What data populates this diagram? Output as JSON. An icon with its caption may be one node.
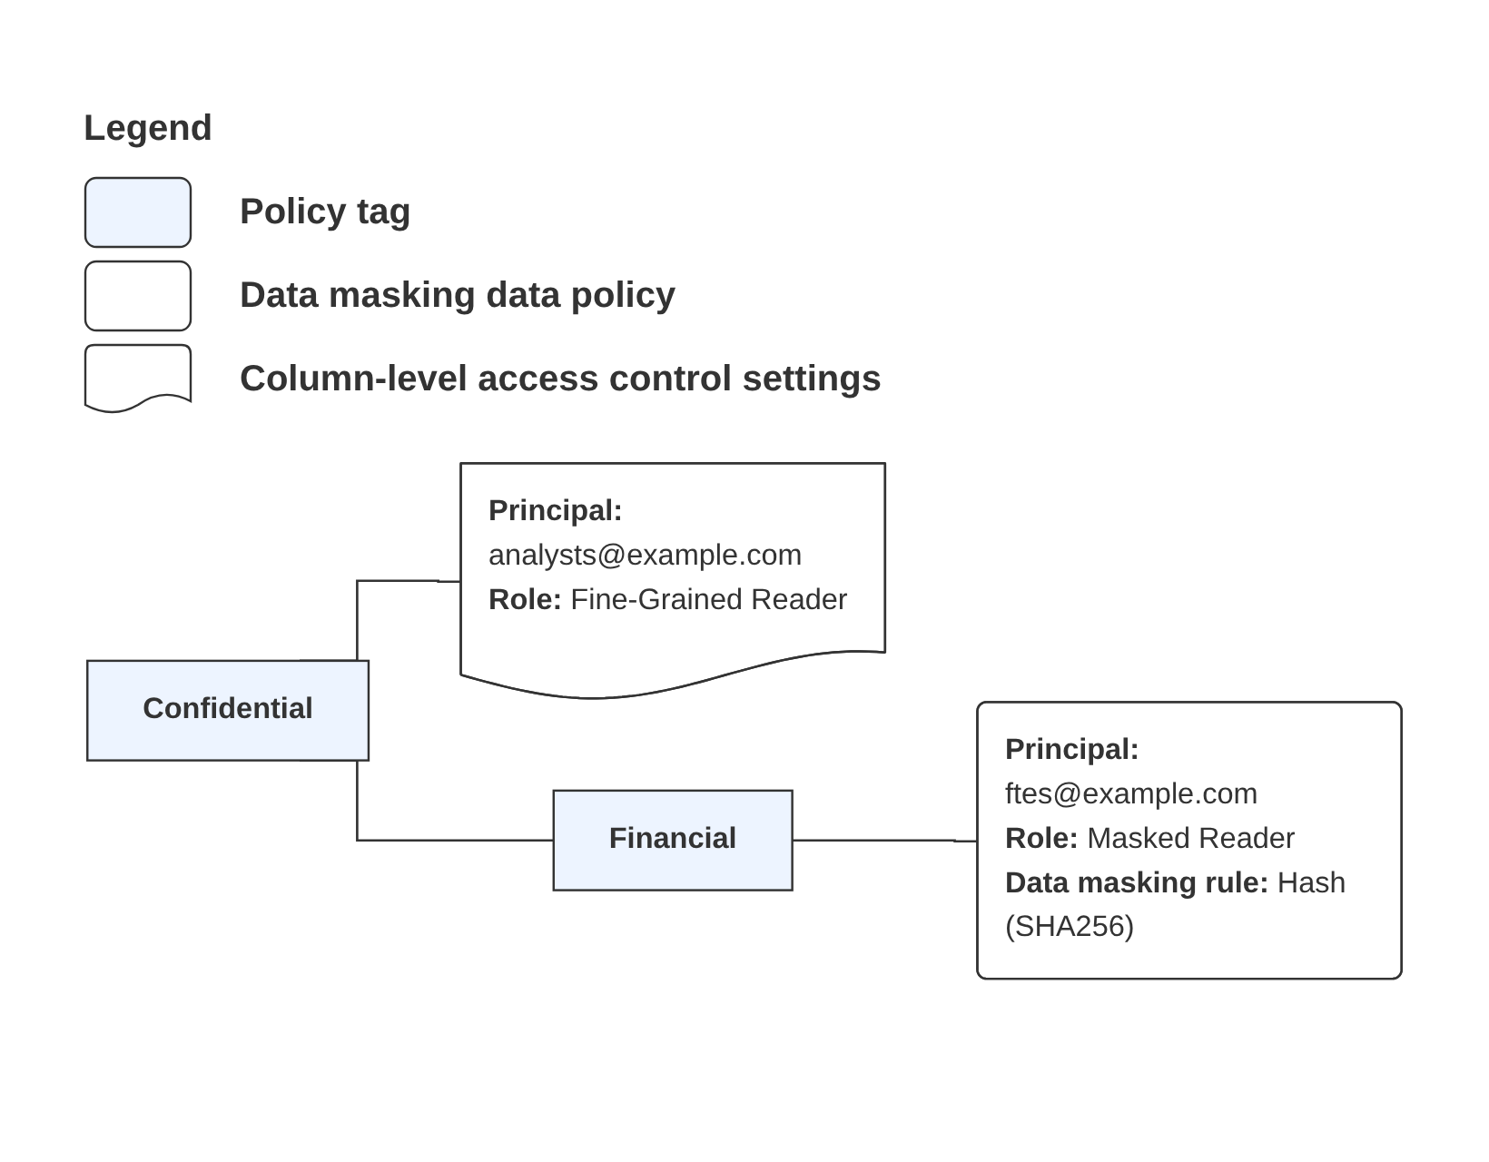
{
  "diagram": {
    "nodes": [
      {
        "text": [
          "Confidential"
        ]
      },
      {
        "text": [
          "**Principal:** analysts@example.com",
          "**Role:** Fine-Grained Reader"
        ]
      },
      {
        "text": [
          "Financial"
        ]
      },
      {
        "text": [
          "**Principal:** ftes@example.com",
          "**Role:** Masked Reader",
          "**Data masking rule:** Hash (SHA256)"
        ]
      }
    ],
    "edges": [
      {
        "from": 0,
        "to": 1,
        "arrow": "none"
      },
      {
        "from": 0,
        "to": 2,
        "arrow": "none"
      },
      {
        "from": 2,
        "to": 3,
        "arrow": "none"
      }
    ],
    "labels": [
      "Legend"
    ],
    "legend": [
      {
        "text": "Policy tag",
        "color": "#edf4ff"
      },
      {
        "text": "Data masking data policy"
      },
      {
        "text": "Column-level access control settings"
      }
    ]
  }
}
